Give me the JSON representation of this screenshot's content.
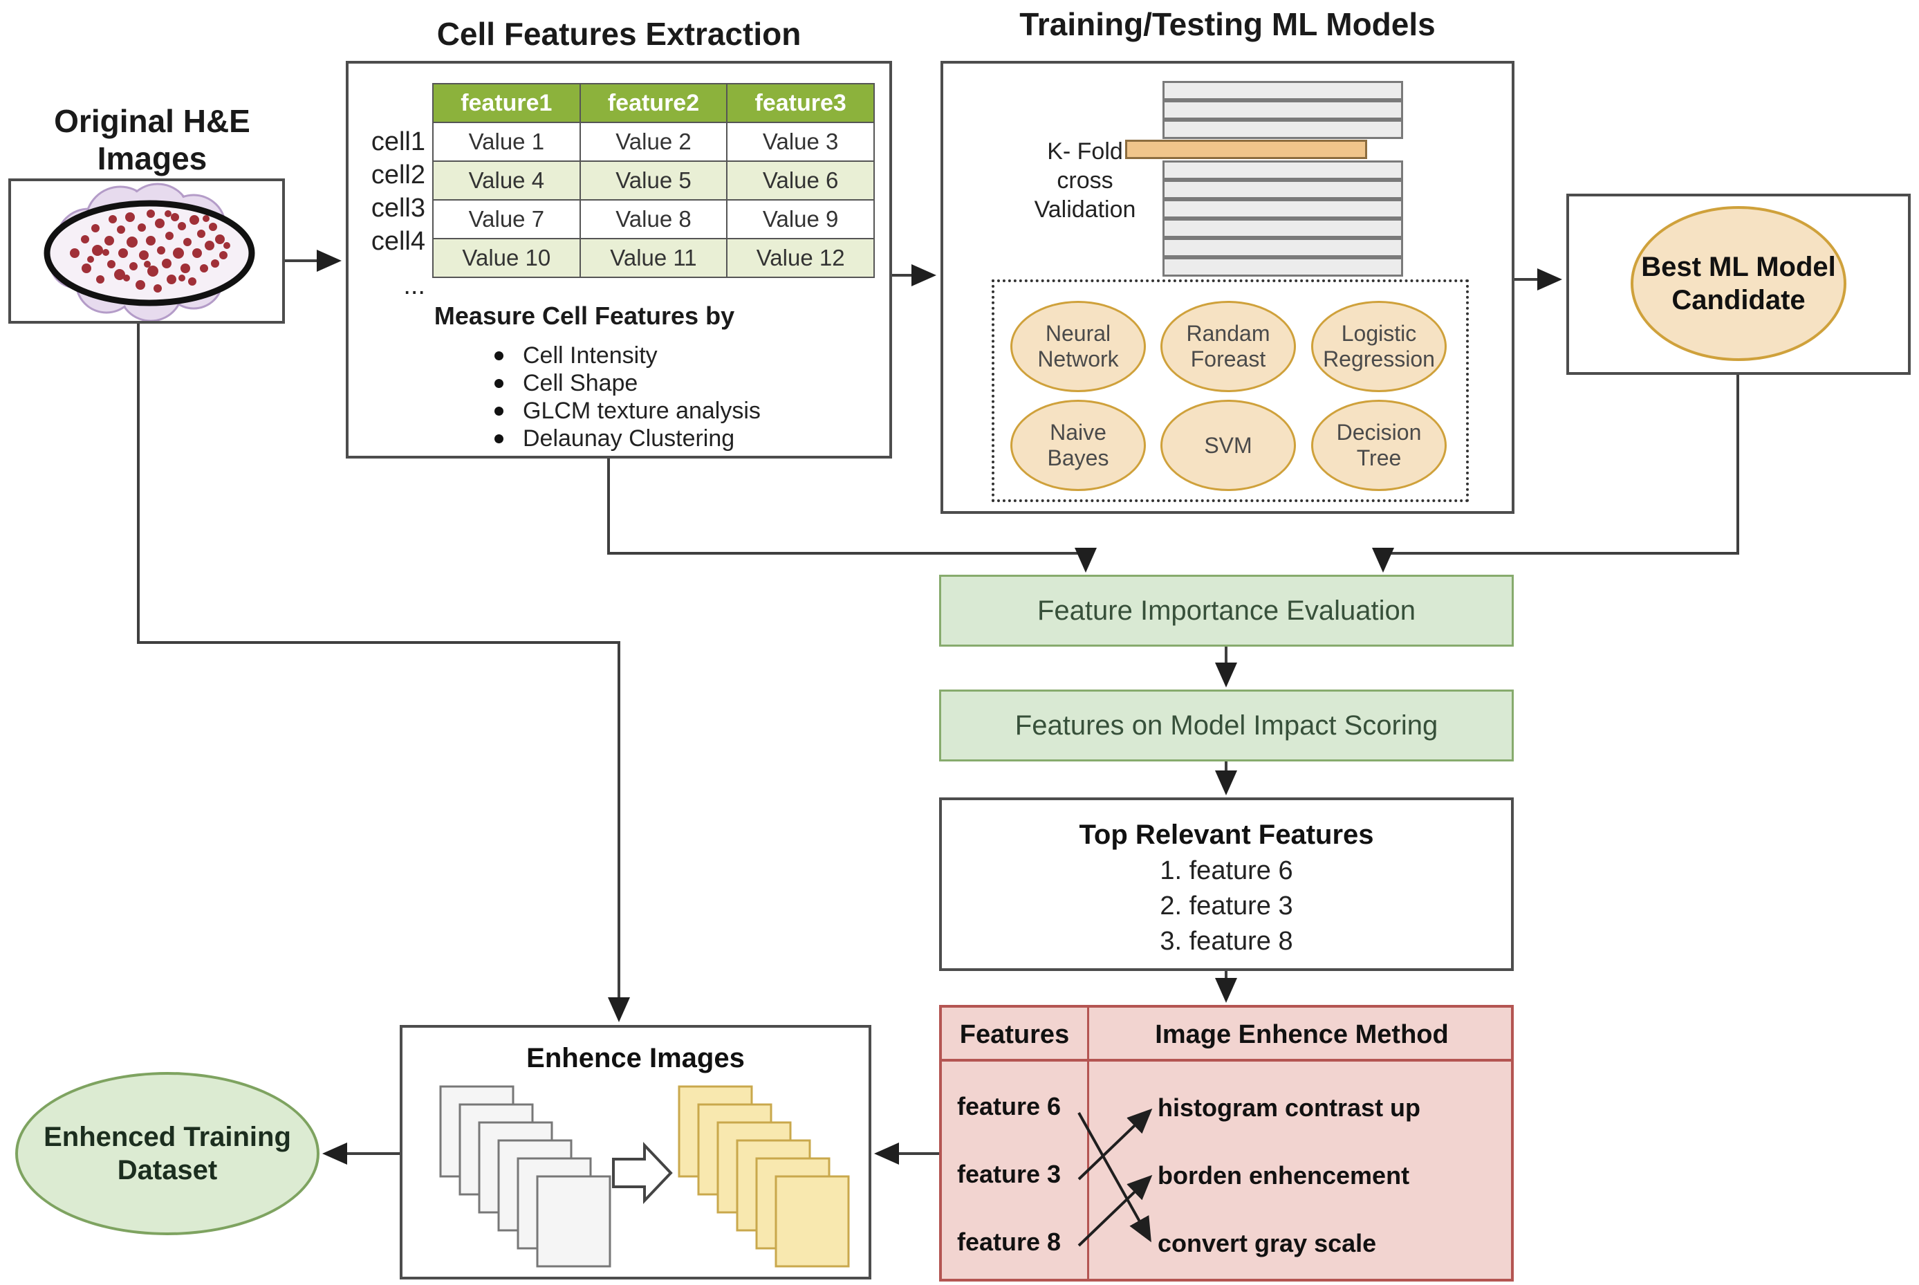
{
  "original_images": {
    "title": "Original H&E Images"
  },
  "cell_features": {
    "title": "Cell Features Extraction",
    "table": {
      "headers": [
        "feature1",
        "feature2",
        "feature3"
      ],
      "row_labels": [
        "cell1",
        "cell2",
        "cell3",
        "cell4"
      ],
      "ellipsis": "...",
      "rows": [
        [
          "Value 1",
          "Value 2",
          "Value 3"
        ],
        [
          "Value 4",
          "Value 5",
          "Value 6"
        ],
        [
          "Value 7",
          "Value 8",
          "Value 9"
        ],
        [
          "Value 10",
          "Value 11",
          "Value 12"
        ]
      ]
    },
    "measure_title": "Measure Cell Features by",
    "bullets": [
      "Cell Intensity",
      "Cell Shape",
      "GLCM texture analysis",
      "Delaunay Clustering"
    ]
  },
  "training": {
    "title": "Training/Testing ML Models",
    "kfold_label_lines": [
      "K- Fold",
      "cross",
      "Validation"
    ],
    "models": [
      "Neural Network",
      "Randam Foreast",
      "Logistic Regression",
      "Naive Bayes",
      "SVM",
      "Decision Tree"
    ]
  },
  "best_model": {
    "label": "Best ML Model Candidate"
  },
  "pipeline": {
    "feature_importance": "Feature Importance Evaluation",
    "impact_scoring": "Features on Model Impact Scoring",
    "top_features": {
      "title": "Top Relevant Features",
      "items": [
        "1. feature 6",
        "2. feature 3",
        "3. feature 8"
      ]
    }
  },
  "enhance_table": {
    "headers": [
      "Features",
      "Image Enhence Method"
    ],
    "features": [
      "feature 6",
      "feature 3",
      "feature 8"
    ],
    "methods": [
      "histogram contrast up",
      "borden enhencement",
      "convert gray scale"
    ],
    "mapping": [
      {
        "feature": "feature 6",
        "method": "convert gray scale"
      },
      {
        "feature": "feature 3",
        "method": "histogram contrast up"
      },
      {
        "feature": "feature 8",
        "method": "borden enhencement"
      }
    ]
  },
  "enhance_images": {
    "title": "Enhence Images"
  },
  "enhanced_dataset": {
    "label": "Enhenced Training Dataset"
  },
  "colors": {
    "table_header_green": "#8cb23c",
    "table_row_alt_green": "#e9efd5",
    "model_oval_fill": "#f6e2c3",
    "model_oval_border": "#cfa13b",
    "kfold_bar_orange": "#f0c58b",
    "green_box_fill": "#d9e9d3",
    "green_box_border": "#87ab6d",
    "red_table_fill": "#f2d4d0",
    "red_table_border": "#b45552",
    "dataset_oval_fill": "#dcebd2",
    "dataset_oval_border": "#7ea360",
    "pages_yellow": "#f8e8af",
    "pages_gray": "#f5f5f5",
    "he_blob_purple": "#e7dbee",
    "he_dots_red": "#a03038",
    "connector": "#3f3f3f"
  }
}
